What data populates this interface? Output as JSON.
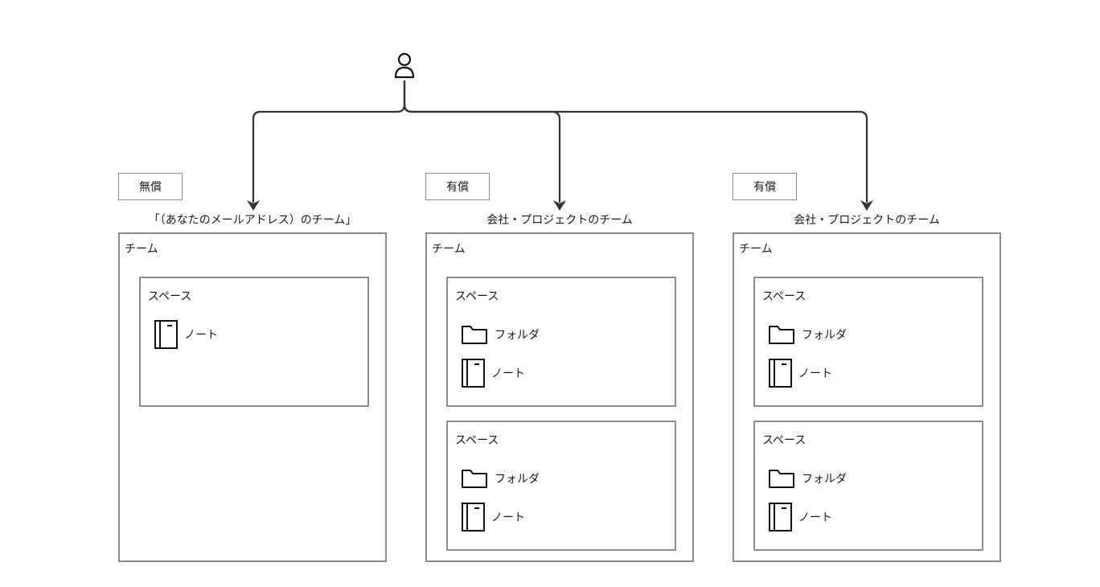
{
  "diagram": {
    "user": {
      "icon": "user-icon"
    },
    "connector_color": "#333333",
    "border_color": "#8c8c8c",
    "columns": [
      {
        "price": "無償",
        "title": "「（あなたのメールアドレス）のチーム」",
        "team_label": "チーム",
        "spaces": [
          {
            "label": "スペース",
            "items": [
              {
                "icon": "notebook-icon",
                "label": "ノート"
              }
            ]
          }
        ]
      },
      {
        "price": "有償",
        "title": "会社・プロジェクトのチーム",
        "team_label": "チーム",
        "spaces": [
          {
            "label": "スペース",
            "items": [
              {
                "icon": "folder-icon",
                "label": "フォルダ"
              },
              {
                "icon": "notebook-icon",
                "label": "ノート"
              }
            ]
          },
          {
            "label": "スペース",
            "items": [
              {
                "icon": "folder-icon",
                "label": "フォルダ"
              },
              {
                "icon": "notebook-icon",
                "label": "ノート"
              }
            ]
          }
        ]
      },
      {
        "price": "有償",
        "title": "会社・プロジェクトのチーム",
        "team_label": "チーム",
        "spaces": [
          {
            "label": "スペース",
            "items": [
              {
                "icon": "folder-icon",
                "label": "フォルダ"
              },
              {
                "icon": "notebook-icon",
                "label": "ノート"
              }
            ]
          },
          {
            "label": "スペース",
            "items": [
              {
                "icon": "folder-icon",
                "label": "フォルダ"
              },
              {
                "icon": "notebook-icon",
                "label": "ノート"
              }
            ]
          }
        ]
      }
    ]
  }
}
